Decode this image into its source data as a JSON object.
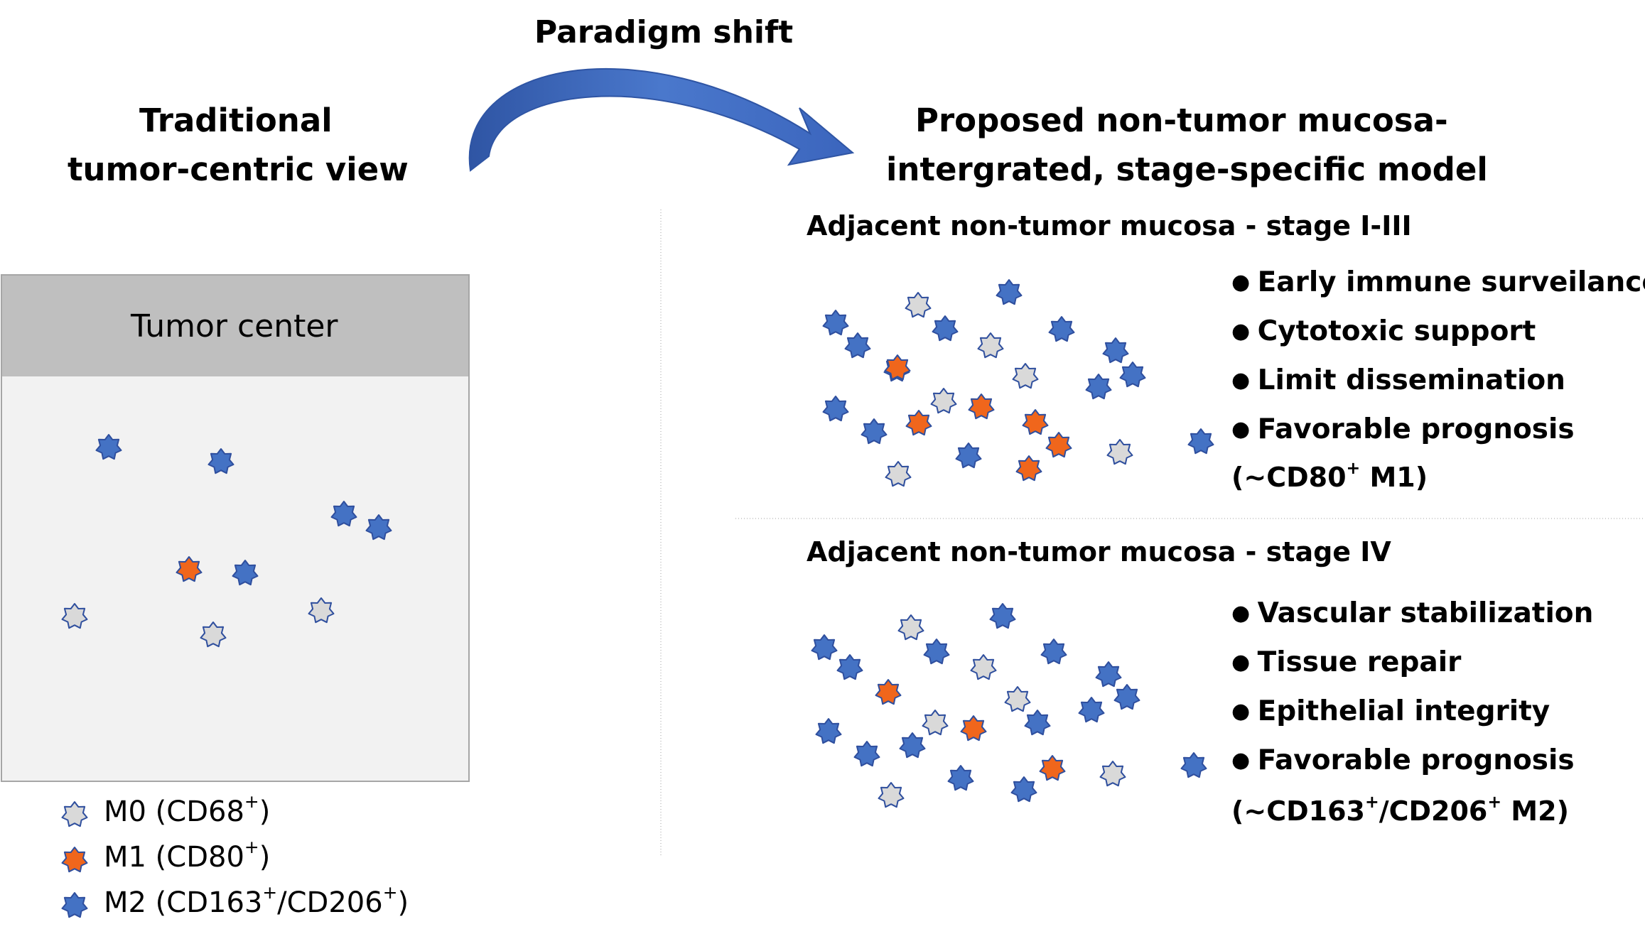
{
  "title_shift": "Paradigm shift",
  "left": {
    "heading_line1": "Traditional",
    "heading_line2": "tumor-centric view",
    "box_title": "Tumor center",
    "stars": [
      {
        "type": "M2"
      },
      {
        "type": "M2"
      },
      {
        "type": "M2"
      },
      {
        "type": "M2"
      },
      {
        "type": "M1"
      },
      {
        "type": "M2"
      },
      {
        "type": "M0"
      },
      {
        "type": "M0"
      },
      {
        "type": "M0"
      }
    ]
  },
  "right": {
    "heading_line1": "Proposed non-tumor mucosa-",
    "heading_line2": "intergrated, stage-specific model",
    "panel1": {
      "title": "Adjacent non-tumor mucosa - stage I-III",
      "bullets": [
        "Early immune surveilance",
        "Cytotoxic support",
        "Limit dissemination",
        "Favorable prognosis"
      ],
      "marker_main": "(~CD80",
      "marker_sup": "+",
      "marker_tail": " M1)"
    },
    "panel2": {
      "title": "Adjacent non-tumor mucosa - stage IV",
      "bullets": [
        "Vascular stabilization",
        "Tissue repair",
        "Epithelial integrity",
        "Favorable prognosis"
      ],
      "marker_main": "(~CD163",
      "marker_sup": "+",
      "marker_mid": "/CD206",
      "marker_sup2": "+",
      "marker_tail": " M2)"
    }
  },
  "legend": [
    {
      "type": "M0",
      "pre": "M0 (CD68",
      "sup1": "+",
      "mid": "",
      "sup2": "",
      "post": ")"
    },
    {
      "type": "M1",
      "pre": "M1 (CD80",
      "sup1": "+",
      "mid": "",
      "sup2": "",
      "post": ")"
    },
    {
      "type": "M2",
      "pre": "M2 (CD163",
      "sup1": "+",
      "mid": "/CD206",
      "sup2": "+",
      "post": ")"
    }
  ],
  "bullet_char": "●",
  "colors": {
    "M0_fill": "#d9d9d9",
    "M1_fill": "#f0661c",
    "M2_fill": "#4472c4",
    "star_stroke": "#2f4f9e",
    "arrow": "#4472c4",
    "box_header": "#bfbfbf",
    "box_body": "#f2f2f2",
    "box_border": "#a6a6a6",
    "divider": "#bfbfbf"
  }
}
